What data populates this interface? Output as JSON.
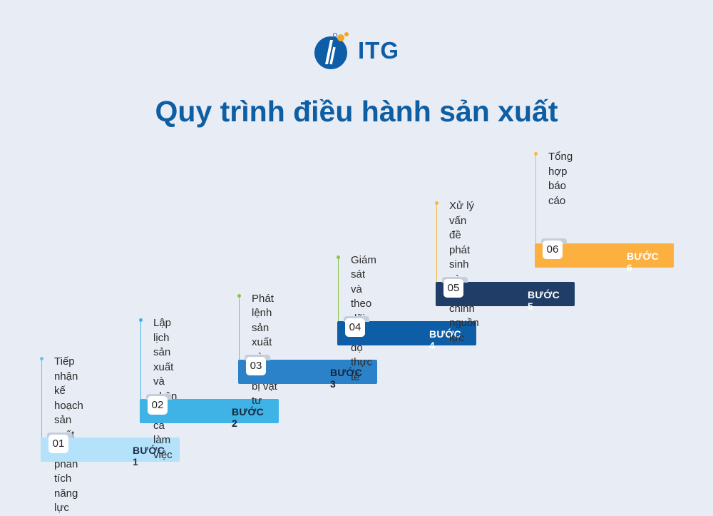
{
  "brand": {
    "logo_text": "ITG"
  },
  "title": "Quy trình điều hành sản xuất",
  "steps": [
    {
      "num": "01",
      "label": "BƯỚC 1",
      "desc": "Tiếp nhận kế\nhoạch sản xuất\nvà phân tích\nnăng lực",
      "color": "#b3e2fa",
      "label_color": "#1c2f4a",
      "line_color": "#6cc3f0"
    },
    {
      "num": "02",
      "label": "BƯỚC 2",
      "desc": "Lập lịch\nsản xuất và\nphân công\nca làm việc",
      "color": "#3fb3e6",
      "label_color": "#14253c",
      "line_color": "#3fb3e6"
    },
    {
      "num": "03",
      "label": "BƯỚC 3",
      "desc": "Phát lệnh\nsản xuất và\nchuẩn bị vật tư",
      "color": "#2b82c9",
      "label_color": "#14253c",
      "line_color": "#8bc34a"
    },
    {
      "num": "04",
      "label": "BƯỚC 4",
      "desc": "Giám sát\nvà theo dõi\ntiến độ thực tế",
      "color": "#0d5ea6",
      "label_color": "#ffffff",
      "line_color": "#8bc34a"
    },
    {
      "num": "05",
      "label": "BƯỚC 5",
      "desc": "Xử lý vấn đề\nphát sinh và\nđiều chỉnh\nnguồn lực",
      "color": "#1f3d66",
      "label_color": "#ffffff",
      "line_color": "#f5b942"
    },
    {
      "num": "06",
      "label": "BƯỚC 6",
      "desc": "Tổng hợp\nbáo cáo",
      "color": "#fbb040",
      "label_color": "#ffffff",
      "line_color": "#f5b942"
    }
  ]
}
